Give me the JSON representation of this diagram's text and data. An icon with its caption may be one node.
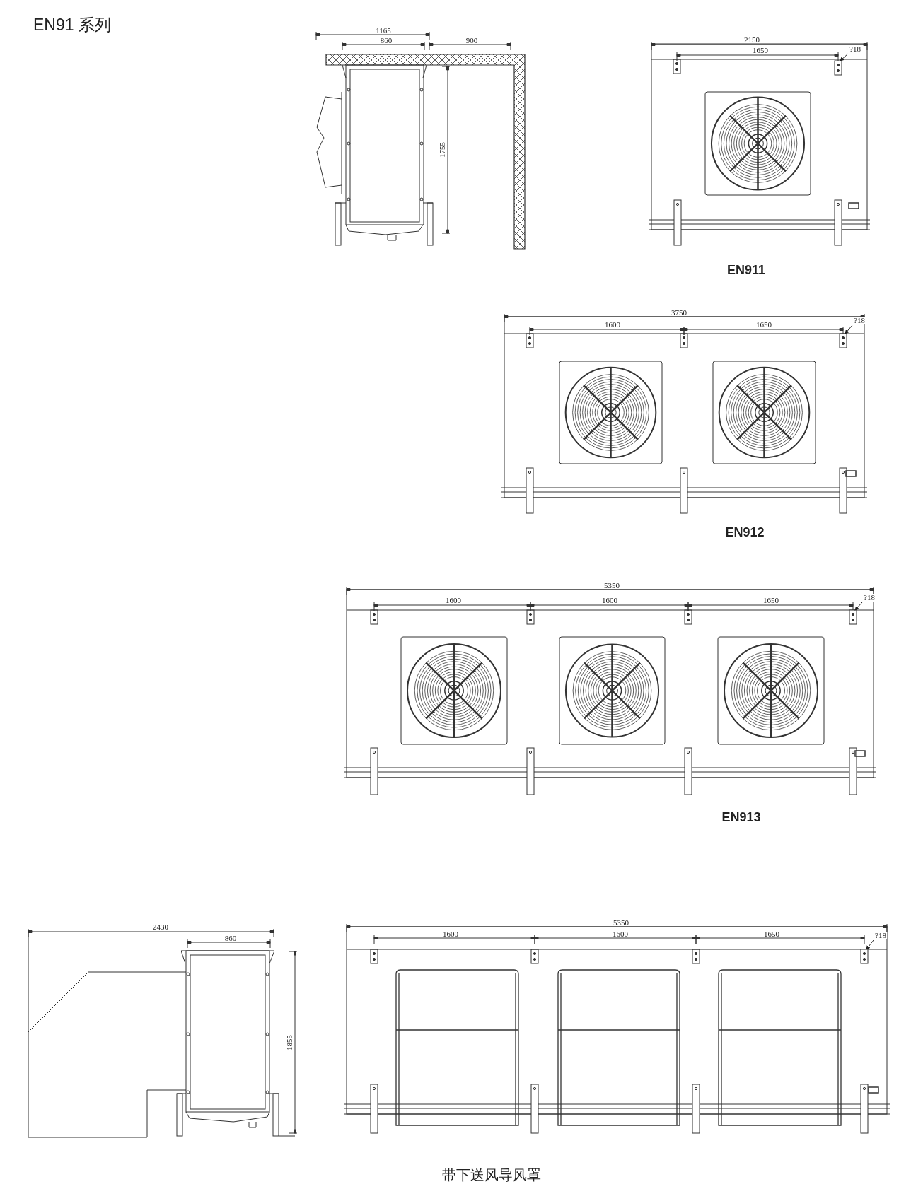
{
  "diagram": {
    "title": "EN91 系列",
    "caption": "带下送风导风罩",
    "nodes": [
      {
        "text": [
          "?18"
        ]
      },
      {
        "text": [],
        "shape": "box"
      },
      {
        "text": [
          "?18"
        ]
      },
      {
        "text": [],
        "shape": "box"
      },
      {
        "text": [
          "?18"
        ]
      },
      {
        "text": [],
        "shape": "box"
      },
      {
        "text": [
          "?18"
        ]
      },
      {
        "text": [],
        "shape": "box"
      }
    ],
    "edges": [
      {
        "from": 0,
        "to": 1,
        "arrow": "to"
      },
      {
        "from": 2,
        "to": 3,
        "arrow": "to"
      },
      {
        "from": 4,
        "to": 5,
        "arrow": "to"
      },
      {
        "from": 6,
        "to": 7,
        "arrow": "to"
      }
    ],
    "labels": [
      "1165",
      "860",
      "900",
      "1755",
      "2150",
      "1650",
      "EN911",
      "3750",
      "1600",
      "1650",
      "EN912",
      "5350",
      "1600",
      "1600",
      "1650",
      "EN913",
      "2430",
      "860",
      "1855",
      "5350",
      "1600",
      "1600",
      "1650"
    ]
  }
}
